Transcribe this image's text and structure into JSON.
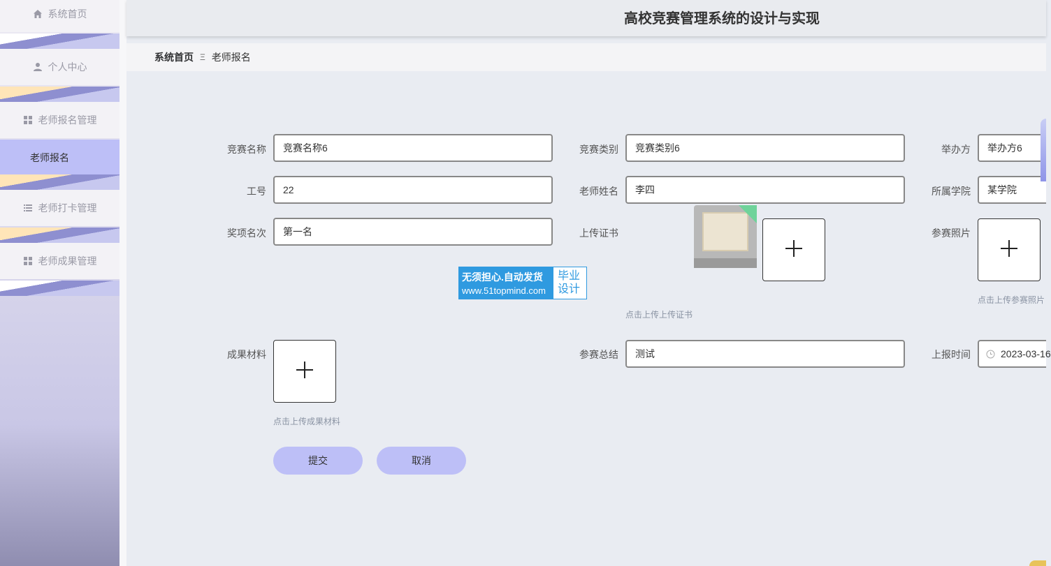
{
  "sidebar": {
    "items": [
      {
        "label": "系统首页",
        "icon": "home-icon"
      },
      {
        "label": "个人中心",
        "icon": "user-icon"
      },
      {
        "label": "老师报名管理",
        "icon": "grid-icon"
      },
      {
        "label": "老师打卡管理",
        "icon": "list-icon"
      },
      {
        "label": "老师成果管理",
        "icon": "grid-icon"
      }
    ],
    "submenu_active": "老师报名"
  },
  "header": {
    "title": "高校竞赛管理系统的设计与实现"
  },
  "breadcrumb": {
    "home": "系统首页",
    "separator": "Ξ",
    "current": "老师报名"
  },
  "form": {
    "competition_name": {
      "label": "竞赛名称",
      "value": "竞赛名称6"
    },
    "competition_type": {
      "label": "竞赛类别",
      "value": "竞赛类别6"
    },
    "organizer": {
      "label": "举办方",
      "value": "举办方6"
    },
    "employee_id": {
      "label": "工号",
      "value": "22"
    },
    "teacher_name": {
      "label": "老师姓名",
      "value": "李四"
    },
    "college": {
      "label": "所属学院",
      "value": "某学院"
    },
    "award_rank": {
      "label": "奖项名次",
      "value": "第一名"
    },
    "certificate": {
      "label": "上传证书",
      "hint": "点击上传上传证书"
    },
    "photo": {
      "label": "参赛照片",
      "hint": "点击上传参赛照片"
    },
    "material": {
      "label": "成果材料",
      "hint": "点击上传成果材料"
    },
    "summary": {
      "label": "参赛总结",
      "value": "测试"
    },
    "report_time": {
      "label": "上报时间",
      "value": "2023-03-16"
    }
  },
  "watermark": {
    "line1": "无须担心.自动发货",
    "line2": "www.51topmind.com",
    "right1": "毕业",
    "right2": "设计"
  },
  "buttons": {
    "submit": "提交",
    "cancel": "取消"
  },
  "colors": {
    "accent": "#bdbff7",
    "watermark_blue": "#2f9ae0"
  }
}
